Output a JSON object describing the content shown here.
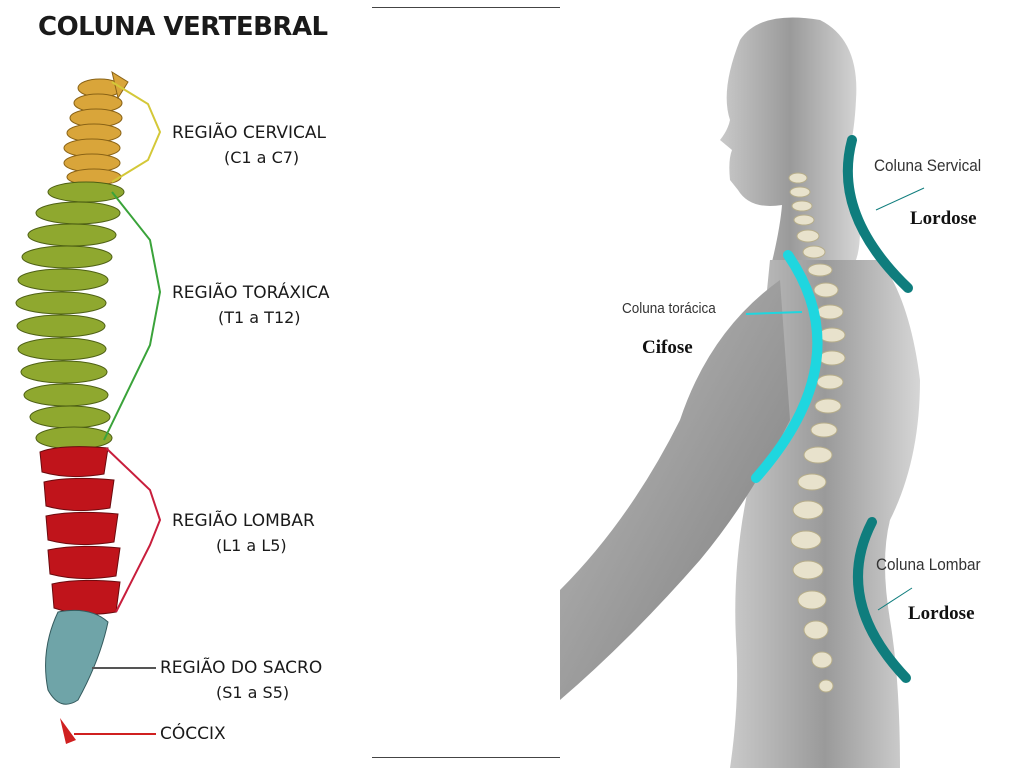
{
  "title": "COLUNA VERTEBRAL",
  "regions": [
    {
      "name": "REGIÃO CERVICAL",
      "range": "(C1 a C7)",
      "color": "#d9a53a"
    },
    {
      "name": "REGIÃO TORÁXICA",
      "range": "(T1 a T12)",
      "color": "#8fa82f"
    },
    {
      "name": "REGIÃO LOMBAR",
      "range": "(L1 a L5)",
      "color": "#c0141b"
    },
    {
      "name": "REGIÃO DO SACRO",
      "range": "(S1 a S5)",
      "color": "#6fa4a8"
    },
    {
      "name": "CÓCCIX",
      "range": "",
      "color": "#d02020"
    }
  ],
  "bracket_colors": {
    "cervical": "#d4c838",
    "toracica": "#3aa33a",
    "lombar": "#c81e3c",
    "sacro": "#555555",
    "coccix": "#d02020"
  },
  "posture_labels": {
    "cervical": {
      "name": "Coluna Servical",
      "curve": "Lordose",
      "color": "#0f7d7d"
    },
    "toracica": {
      "name": "Coluna torácica",
      "curve": "Cifose",
      "color": "#1fd6df"
    },
    "lombar": {
      "name": "Coluna Lombar",
      "curve": "Lordose",
      "color": "#0f7d7d"
    }
  }
}
